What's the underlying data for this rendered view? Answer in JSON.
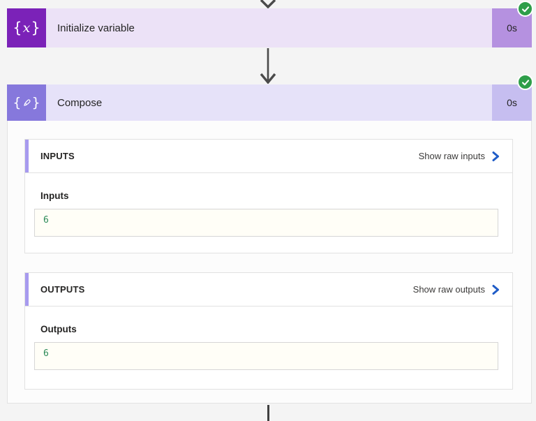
{
  "colors": {
    "page_bg": "#f4f4f4",
    "initialize_icon_bg": "#7b22b8",
    "initialize_header_bg": "#ece2f7",
    "initialize_duration_bg": "#b591e0",
    "compose_icon_bg": "#8678dc",
    "compose_header_bg": "#e6e2f9",
    "compose_duration_bg": "#c6bef0",
    "section_accent_purple": "#a79aef",
    "success_green": "#2e9e49",
    "link_chevron_blue": "#1f5cc7",
    "value_text_green": "#2b8a57",
    "arrow_gray": "#4a4a4a"
  },
  "icons": {
    "initialize": "variable-braces-x-icon",
    "compose": "compose-braces-pencil-icon",
    "status": "success-check-icon",
    "link_chevron": "chevron-right-icon",
    "connector": "down-arrow-icon"
  },
  "cards": {
    "initialize": {
      "title": "Initialize variable",
      "duration": "0s",
      "status": "succeeded"
    },
    "compose": {
      "title": "Compose",
      "duration": "0s",
      "status": "succeeded"
    }
  },
  "compose_details": {
    "inputs": {
      "header": "INPUTS",
      "link_label": "Show raw inputs",
      "field_label": "Inputs",
      "value": "6"
    },
    "outputs": {
      "header": "OUTPUTS",
      "link_label": "Show raw outputs",
      "field_label": "Outputs",
      "value": "6"
    }
  }
}
